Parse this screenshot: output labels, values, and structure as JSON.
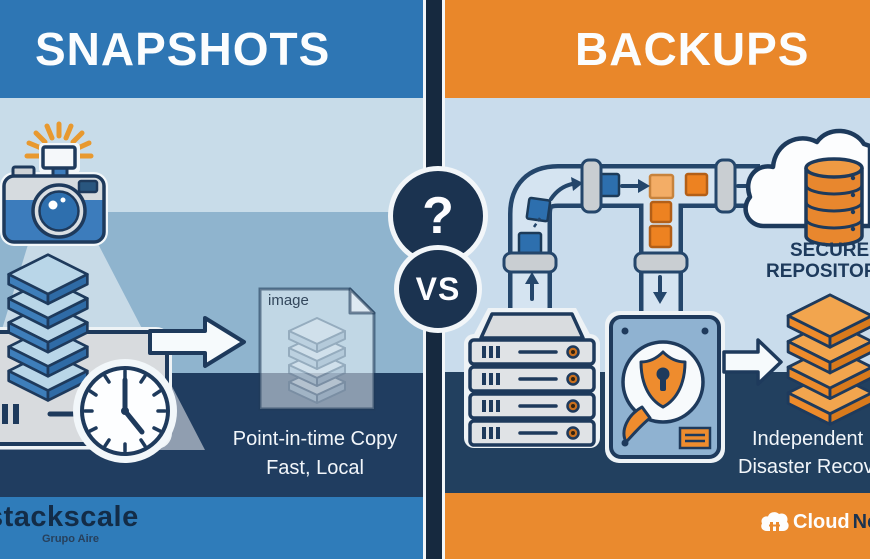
{
  "left_panel": {
    "title": "SNAPSHOTS",
    "file_icon_label": "image",
    "caption_line1": "Point-in-time Copy",
    "caption_line2": "Fast, Local",
    "logo_text": "stackscale",
    "logo_subtext": "Grupo Aire"
  },
  "divider": {
    "question": "?",
    "versus": "VS"
  },
  "right_panel": {
    "title": "BACKUPS",
    "repository_line1": "SECURE",
    "repository_line2": "REPOSITORY",
    "caption_line1": "Independent",
    "caption_line2": "Disaster Recovery",
    "logo_cloud": "Cloud",
    "logo_new": "New"
  },
  "colors": {
    "snapshots_blue": "#2e76b4",
    "backups_orange": "#e9872a",
    "navy_band": "#203d60",
    "light_blue_band": "#c9dcec",
    "mid_blue_band": "#8fb4ce",
    "footer_blue": "#2f7cba",
    "footer_orange": "#ea8a2e",
    "icon_outline_navy": "#1e3a5c",
    "accent_orange": "#ee8c2e",
    "accent_blue": "#2d6fae"
  }
}
